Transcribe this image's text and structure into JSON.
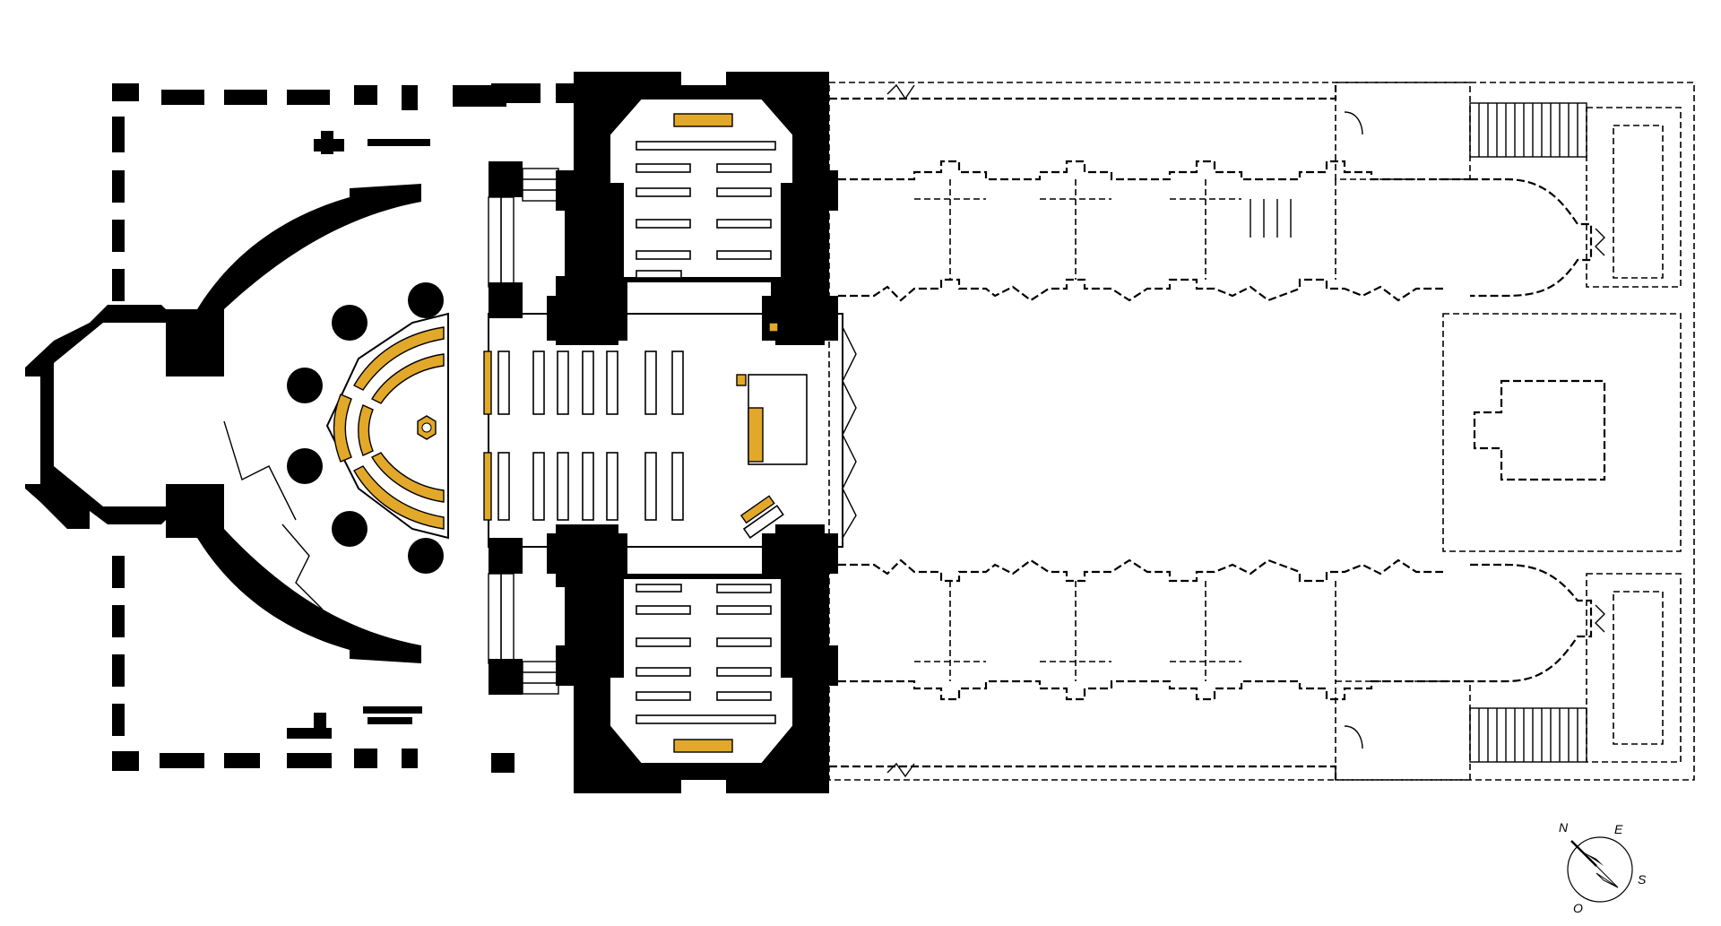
{
  "plan": {
    "accent_color": "#e2a82a",
    "wall_color": "#000000"
  },
  "compass": {
    "north": "N",
    "east": "E",
    "south": "S",
    "west": "O"
  }
}
